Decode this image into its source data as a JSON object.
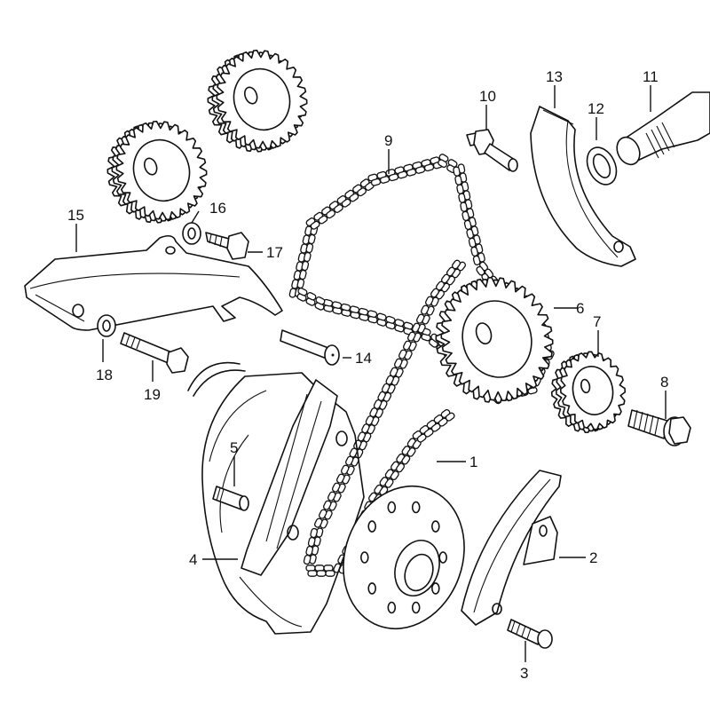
{
  "diagram": {
    "type": "exploded-parts-diagram",
    "subject": "timing chain assembly",
    "callouts": [
      {
        "id": "1",
        "part": "timing-chain-lower"
      },
      {
        "id": "2",
        "part": "chain-tensioner-guide"
      },
      {
        "id": "3",
        "part": "bolt"
      },
      {
        "id": "4",
        "part": "chain-guide-rail"
      },
      {
        "id": "5",
        "part": "dowel-pin"
      },
      {
        "id": "6",
        "part": "intermediate-sprocket"
      },
      {
        "id": "7",
        "part": "sprocket"
      },
      {
        "id": "8",
        "part": "flange-bolt"
      },
      {
        "id": "9",
        "part": "timing-chain-upper"
      },
      {
        "id": "10",
        "part": "stud"
      },
      {
        "id": "11",
        "part": "chain-tensioner"
      },
      {
        "id": "12",
        "part": "seal-ring"
      },
      {
        "id": "13",
        "part": "tensioner-rail"
      },
      {
        "id": "14",
        "part": "guide-pin"
      },
      {
        "id": "15",
        "part": "slide-rail"
      },
      {
        "id": "16",
        "part": "washer"
      },
      {
        "id": "17",
        "part": "bolt"
      },
      {
        "id": "18",
        "part": "washer"
      },
      {
        "id": "19",
        "part": "bolt"
      }
    ]
  }
}
